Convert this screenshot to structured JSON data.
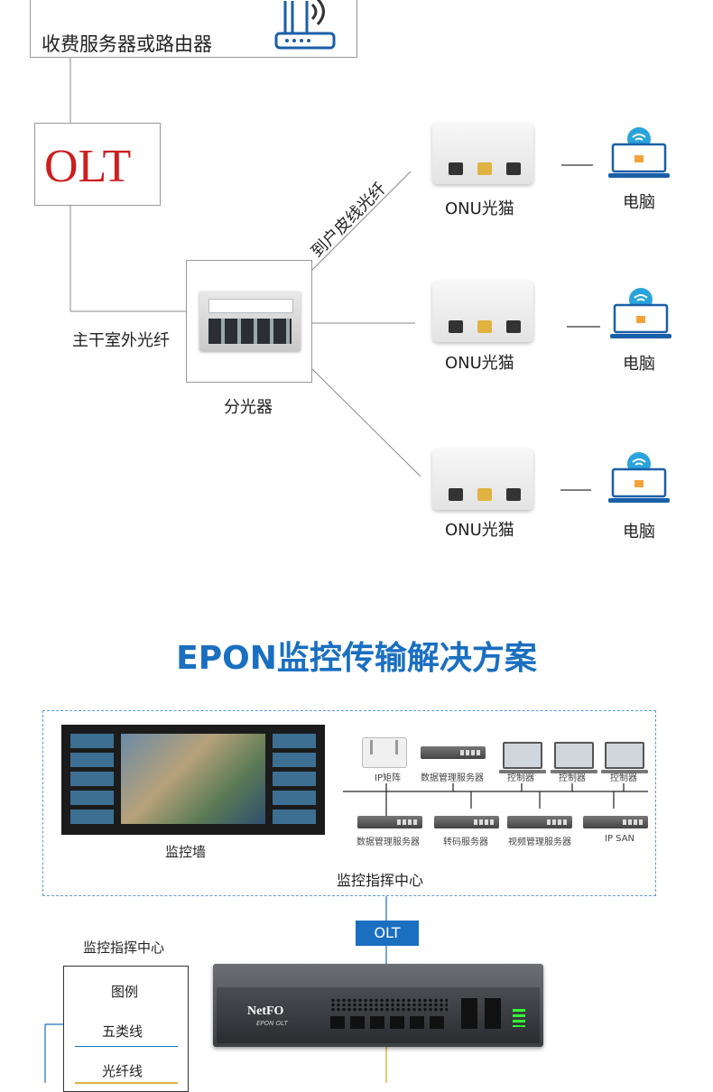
{
  "top": {
    "server_label": "收费服务器或路由器",
    "olt_label": "OLT",
    "trunk_label": "主干室外光纤",
    "splitter_label": "分光器",
    "drop_label": "到户皮线光纤",
    "onu_labels": [
      "ONU光猫",
      "ONU光猫",
      "ONU光猫"
    ],
    "pc_labels": [
      "电脑",
      "电脑",
      "电脑"
    ]
  },
  "section_title": "EPON监控传输解决方案",
  "monitor": {
    "wall_label": "监控墙",
    "center_label": "监控指挥中心",
    "top_devices": [
      "IP矩阵",
      "数据管理服务器",
      "控制器",
      "控制器",
      "控制器"
    ],
    "bottom_devices": [
      "数据管理服务器",
      "转码服务器",
      "视频管理服务器",
      "IP SAN"
    ],
    "olt_tag": "OLT",
    "legend": {
      "heading": "监控指挥中心",
      "title": "图例",
      "items": [
        "五类线",
        "光纤线"
      ]
    },
    "olt_device": {
      "brand": "NetFO",
      "model": "EPON OLT"
    }
  },
  "colors": {
    "title_blue": "#1a6fc0",
    "olt_red": "#cc1f1f",
    "dash_blue": "#5a9bd5",
    "olt_tag_bg": "#1a6fc0"
  }
}
